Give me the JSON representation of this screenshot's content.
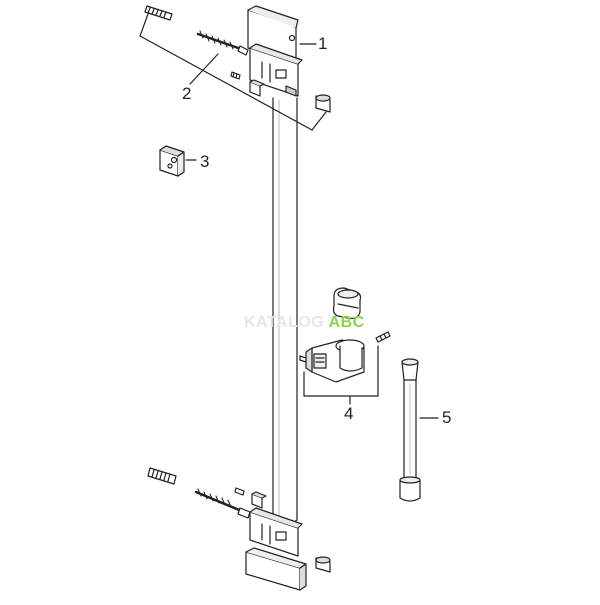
{
  "callouts": {
    "c1": "1",
    "c2": "2",
    "c3": "3",
    "c4": "4",
    "c5": "5"
  },
  "watermark": {
    "faint": "KATALOG",
    "accent": "ABC"
  },
  "colors": {
    "line": "#222222",
    "fill": "#ffffff",
    "shade": "#d9d9d9",
    "watermark_accent": "#8fd14f"
  },
  "parts": [
    "end-cap",
    "wall-bracket",
    "screw",
    "wall-plug",
    "mounting-plate",
    "slide-bar",
    "slider-shower-holder",
    "shower-hose"
  ]
}
